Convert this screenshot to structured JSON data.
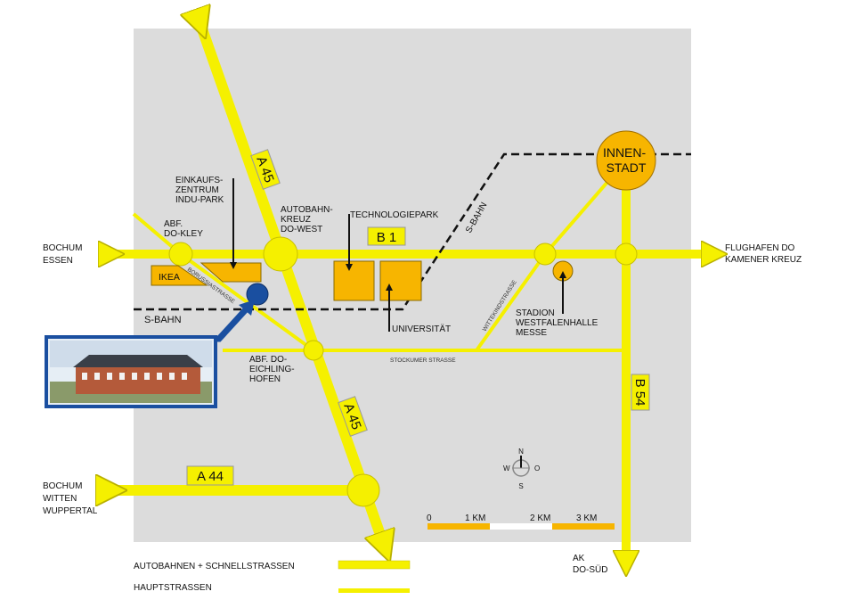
{
  "map": {
    "roads": {
      "a45": "A 45",
      "b1": "B 1",
      "a44": "A 44",
      "b54": "B 54",
      "borussiastrasse": "BORUSSIASTRASSE",
      "wittekindstrasse": "WITTEKINDSTRASSE",
      "stockumer_strasse": "STOCKUMER STRASSE",
      "s_bahn": "S-BAHN"
    },
    "places": {
      "innenstadt": [
        "INNEN-",
        "STADT"
      ],
      "einkaufszentrum": [
        "EINKAUFS-",
        "ZENTRUM",
        "INDU-PARK"
      ],
      "abf_do_kley": [
        "ABF.",
        "DO-KLEY"
      ],
      "autobahnkreuz": [
        "AUTOBAHN-",
        "KREUZ",
        "DO-WEST"
      ],
      "technologiepark": "TECHNOLOGIEPARK",
      "ikea": "IKEA",
      "universitaet": "UNIVERSITÄT",
      "stadion": [
        "STADION",
        "WESTFALENHALLE",
        "MESSE"
      ],
      "abf_eichlinghofen": [
        "ABF. DO-",
        "EICHLING-",
        "HOFEN"
      ]
    },
    "destinations": {
      "bochum_essen": [
        "BOCHUM",
        "ESSEN"
      ],
      "flughafen": [
        "FLUGHAFEN DO",
        "KAMENER KREUZ"
      ],
      "bochum_witten": [
        "BOCHUM",
        "WITTEN",
        "WUPPERTAL"
      ],
      "ak_do_sued": [
        "AK",
        "DO-SÜD"
      ]
    },
    "compass": {
      "n": "N",
      "s": "S",
      "w": "W",
      "o": "O"
    },
    "scale": [
      "0",
      "1 KM",
      "2 KM",
      "3 KM"
    ],
    "legend": {
      "autobahnen": "AUTOBAHNEN + SCHNELLSTRASSEN",
      "hauptstrassen": "HAUPTSTRASSEN"
    },
    "colors": {
      "road": "#f5f000",
      "building": "#f7b500",
      "location": "#1a4fa0",
      "background": "#dcdcdc"
    }
  }
}
